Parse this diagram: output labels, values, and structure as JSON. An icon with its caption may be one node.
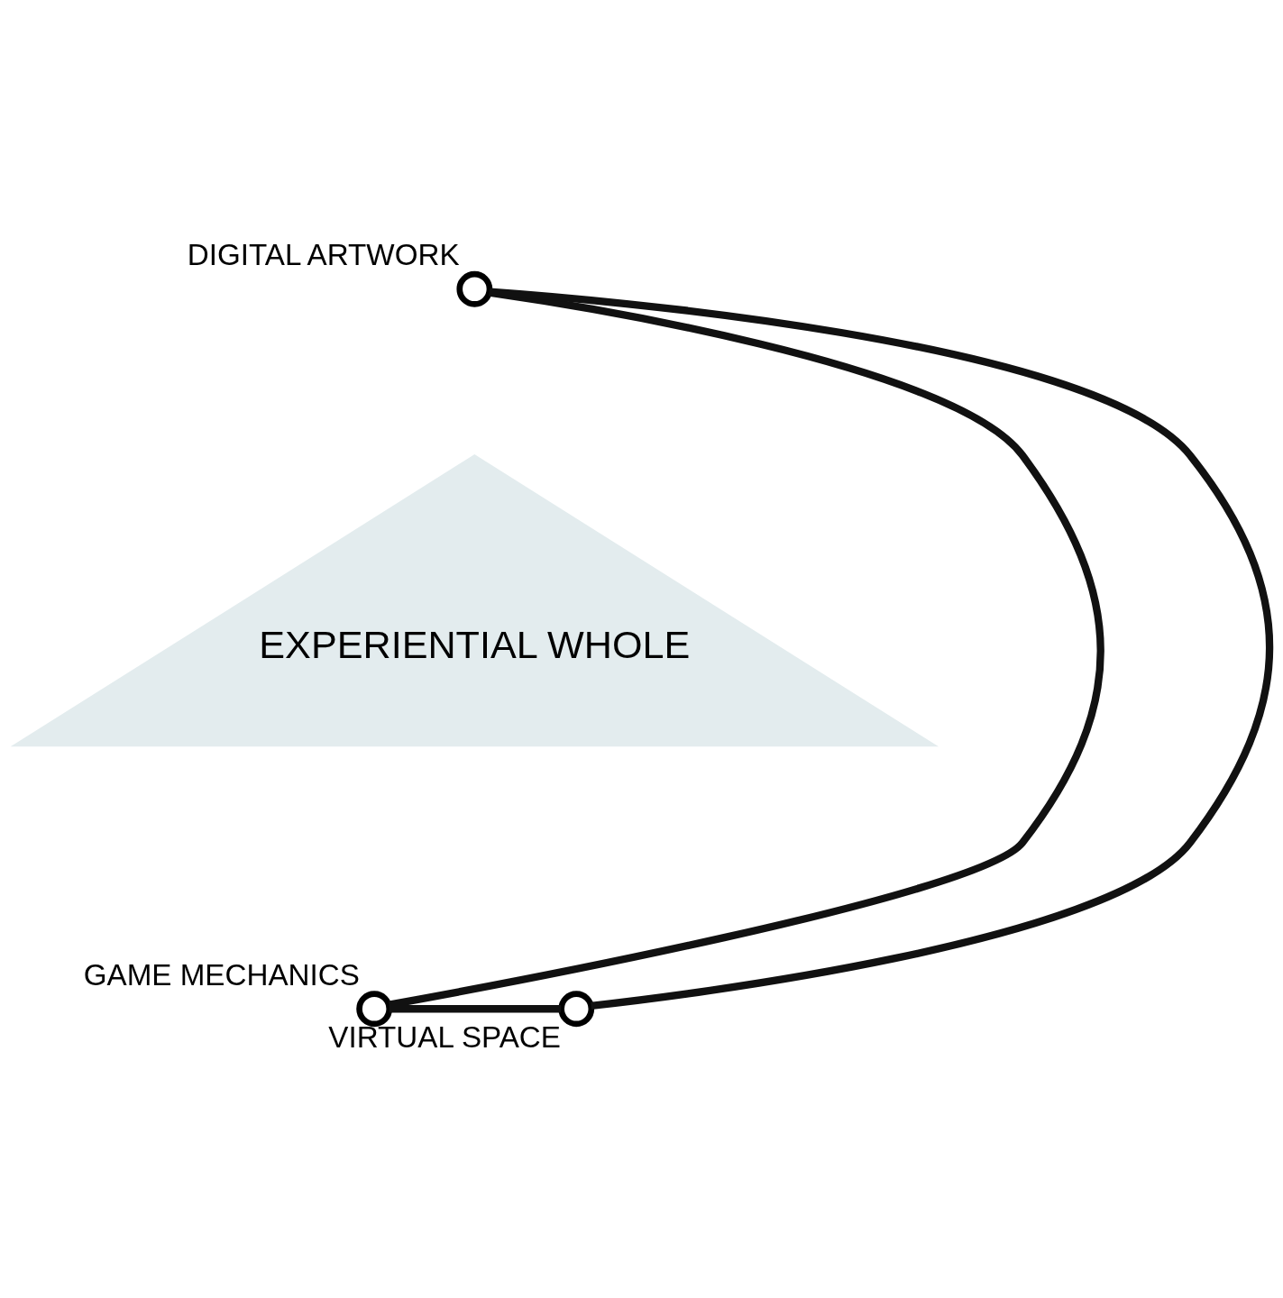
{
  "diagram": {
    "nodes": [
      {
        "text": [
          "EXPERIENTIAL WHOLE"
        ]
      },
      {
        "text": [],
        "shape": "circle",
        "beside": [
          "DIGITAL ARTWORK"
        ]
      },
      {
        "text": [],
        "shape": "circle",
        "beside": [
          "GAME MECHANICS"
        ]
      },
      {
        "text": [],
        "shape": "circle",
        "beside": [
          "VIRTUAL SPACE"
        ]
      }
    ],
    "edges": [
      {
        "from": 1,
        "to": 2,
        "arrow": "none"
      },
      {
        "from": 2,
        "to": 3,
        "arrow": "none"
      },
      {
        "from": 3,
        "to": 1,
        "arrow": "none"
      }
    ]
  }
}
